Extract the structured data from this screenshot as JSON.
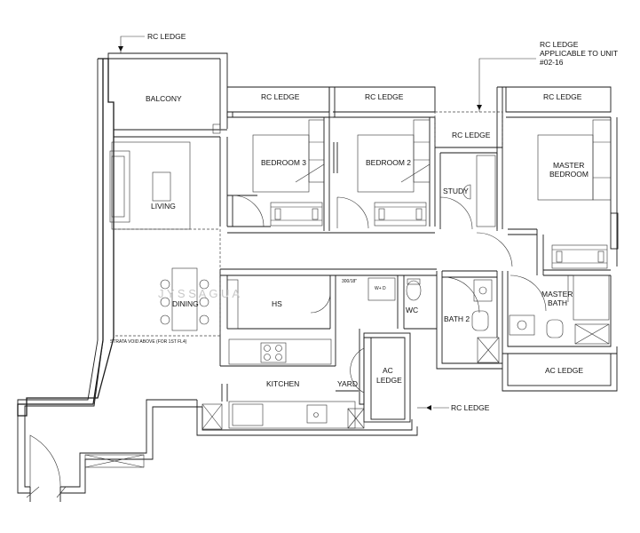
{
  "rooms": {
    "balcony": "BALCONY",
    "living": "LIVING",
    "dining": "DINING",
    "bedroom3": "BEDROOM 3",
    "bedroom2": "BEDROOM 2",
    "study": "STUDY",
    "master_bedroom_line1": "MASTER",
    "master_bedroom_line2": "BEDROOM",
    "hs": "HS",
    "wc": "WC",
    "bath2": "BATH 2",
    "master_bath_line1": "MASTER",
    "master_bath_line2": "BATH",
    "kitchen": "KITCHEN",
    "yard": "YARD",
    "ac_ledge_yard_line1": "AC",
    "ac_ledge_yard_line2": "LEDGE",
    "ac_ledge_master": "AC LEDGE"
  },
  "ledges": {
    "rc_ledge_top_left": "RC LEDGE",
    "rc_ledge_bedroom3": "RC LEDGE",
    "rc_ledge_bedroom2": "RC LEDGE",
    "rc_ledge_study": "RC LEDGE",
    "rc_ledge_master": "RC LEDGE",
    "rc_ledge_unit_line1": "RC LEDGE",
    "rc_ledge_unit_line2": "APPLICABLE TO UNIT",
    "rc_ledge_unit_line3": "#02-16",
    "rc_ledge_yard": "RC LEDGE"
  },
  "notes": {
    "strata_void": "STRATA VOID ABOVE (FOR 1ST FL4)",
    "hs_shelf": "300/18\"",
    "washer": "W+ D"
  },
  "watermark": "J Y S S A G U A"
}
